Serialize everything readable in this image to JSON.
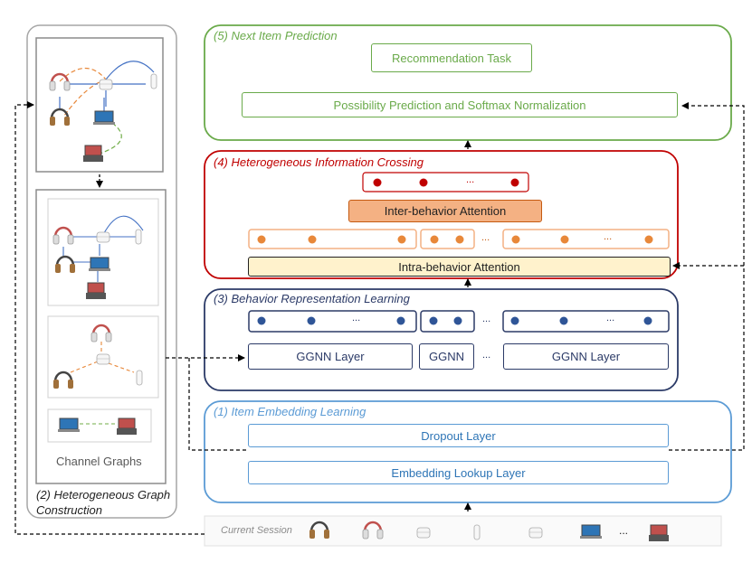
{
  "panels": {
    "next_item_prediction": "(5) Next Item Prediction",
    "heterogeneous_information_crossing": "(4) Heterogeneous Information Crossing",
    "behavior_representation_learning": "(3) Behavior Representation Learning",
    "item_embedding_learning": "(1) Item Embedding Learning",
    "heterogeneous_graph_construction": "(2) Heterogeneous Graph Construction"
  },
  "boxes": {
    "recommendation_task": "Recommendation Task",
    "possibility_prediction": "Possibility Prediction and Softmax Normalization",
    "inter_behavior_attention": "Inter-behavior Attention",
    "intra_behavior_attention": "Intra-behavior Attention",
    "ggnn_layer_left": "GGNN Layer",
    "ggnn_middle": "GGNN",
    "ggnn_layer_right": "GGNN Layer",
    "dropout_layer": "Dropout Layer",
    "embedding_lookup_layer": "Embedding Lookup Layer"
  },
  "labels": {
    "channel_graphs": "Channel Graphs",
    "current_session": "Current Session",
    "ellipsis": "..."
  },
  "colors": {
    "green": "#6aaa4a",
    "red": "#c00000",
    "orange": "#e8883a",
    "navy": "#2b3a67",
    "blue": "#5b9bd5",
    "inter_fill": "#f4b183",
    "intra_fill": "#fff2cc"
  },
  "icons": [
    "headphones-icon",
    "white-headphones-icon",
    "earbuds-icon",
    "airpod-icon",
    "laptop-icon",
    "macbook-icon"
  ]
}
